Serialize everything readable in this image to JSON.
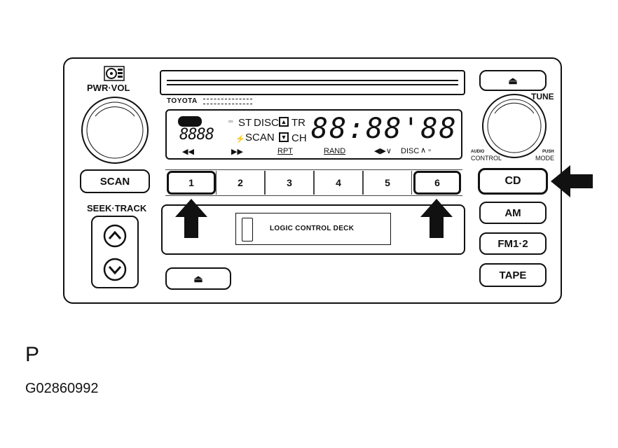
{
  "brand": "TOYOTA",
  "knobs": {
    "left_label": "PWR·VOL",
    "right_label": "TUNE"
  },
  "right_knob_labels": {
    "audio": "AUDIO",
    "control": "CONTROL",
    "push": "PUSH",
    "mode": "MODE"
  },
  "buttons": {
    "scan": "SCAN",
    "cd": "CD",
    "am": "AM",
    "fm": "FM1·2",
    "tape": "TAPE",
    "eject_symbol": "⏏"
  },
  "seek_track_label": "SEEK·TRACK",
  "presets": [
    "1",
    "2",
    "3",
    "4",
    "5",
    "6"
  ],
  "display": {
    "st": "ST",
    "disc": "DISC",
    "scan": "SCAN",
    "tr": "TR",
    "ch": "CH",
    "rpt": "RPT",
    "rand": "RAND",
    "disc2": "DISC",
    "digits": "88:88'88",
    "left_digits": "8888"
  },
  "deck_label": "LOGIC CONTROL DECK",
  "figure": {
    "letter": "P",
    "code": "G02860992"
  }
}
